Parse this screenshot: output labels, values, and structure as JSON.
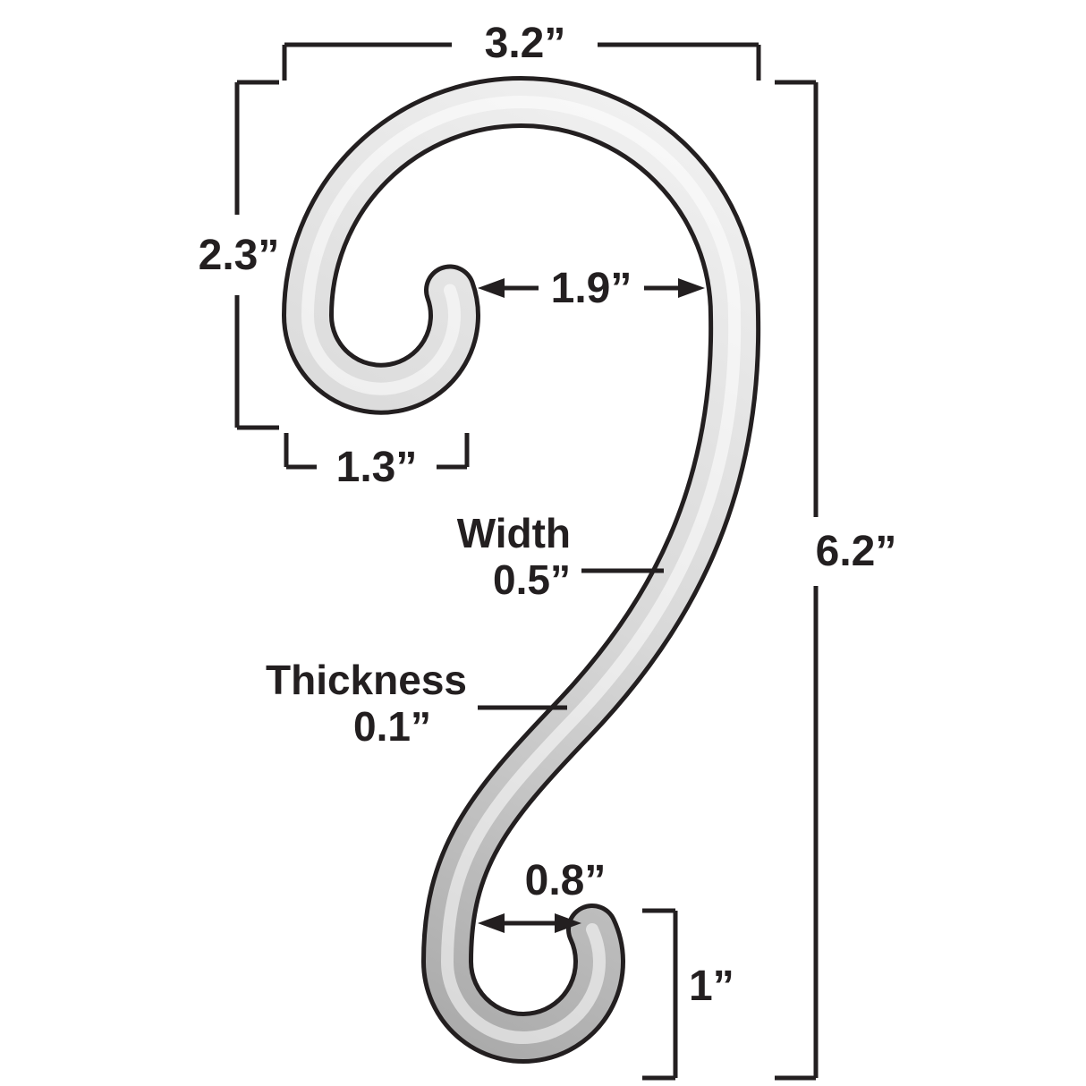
{
  "diagram": {
    "type": "dimension-drawing",
    "subject": "s-hook",
    "background_color": "#ffffff",
    "line_color": "#231f20",
    "metal_light": "#f5f5f5",
    "metal_mid": "#d8d8d8",
    "metal_dark": "#9e9e9e"
  },
  "dimensions": {
    "overall_width": "3.2”",
    "top_curl_height": "2.3”",
    "top_inner_width": "1.9”",
    "top_curl_width": "1.3”",
    "overall_height": "6.2”",
    "bottom_inner_width": "0.8”",
    "bottom_curl_height": "1”",
    "width": {
      "label": "Width",
      "value": "0.5”"
    },
    "thickness": {
      "label": "Thickness",
      "value": "0.1”"
    }
  }
}
